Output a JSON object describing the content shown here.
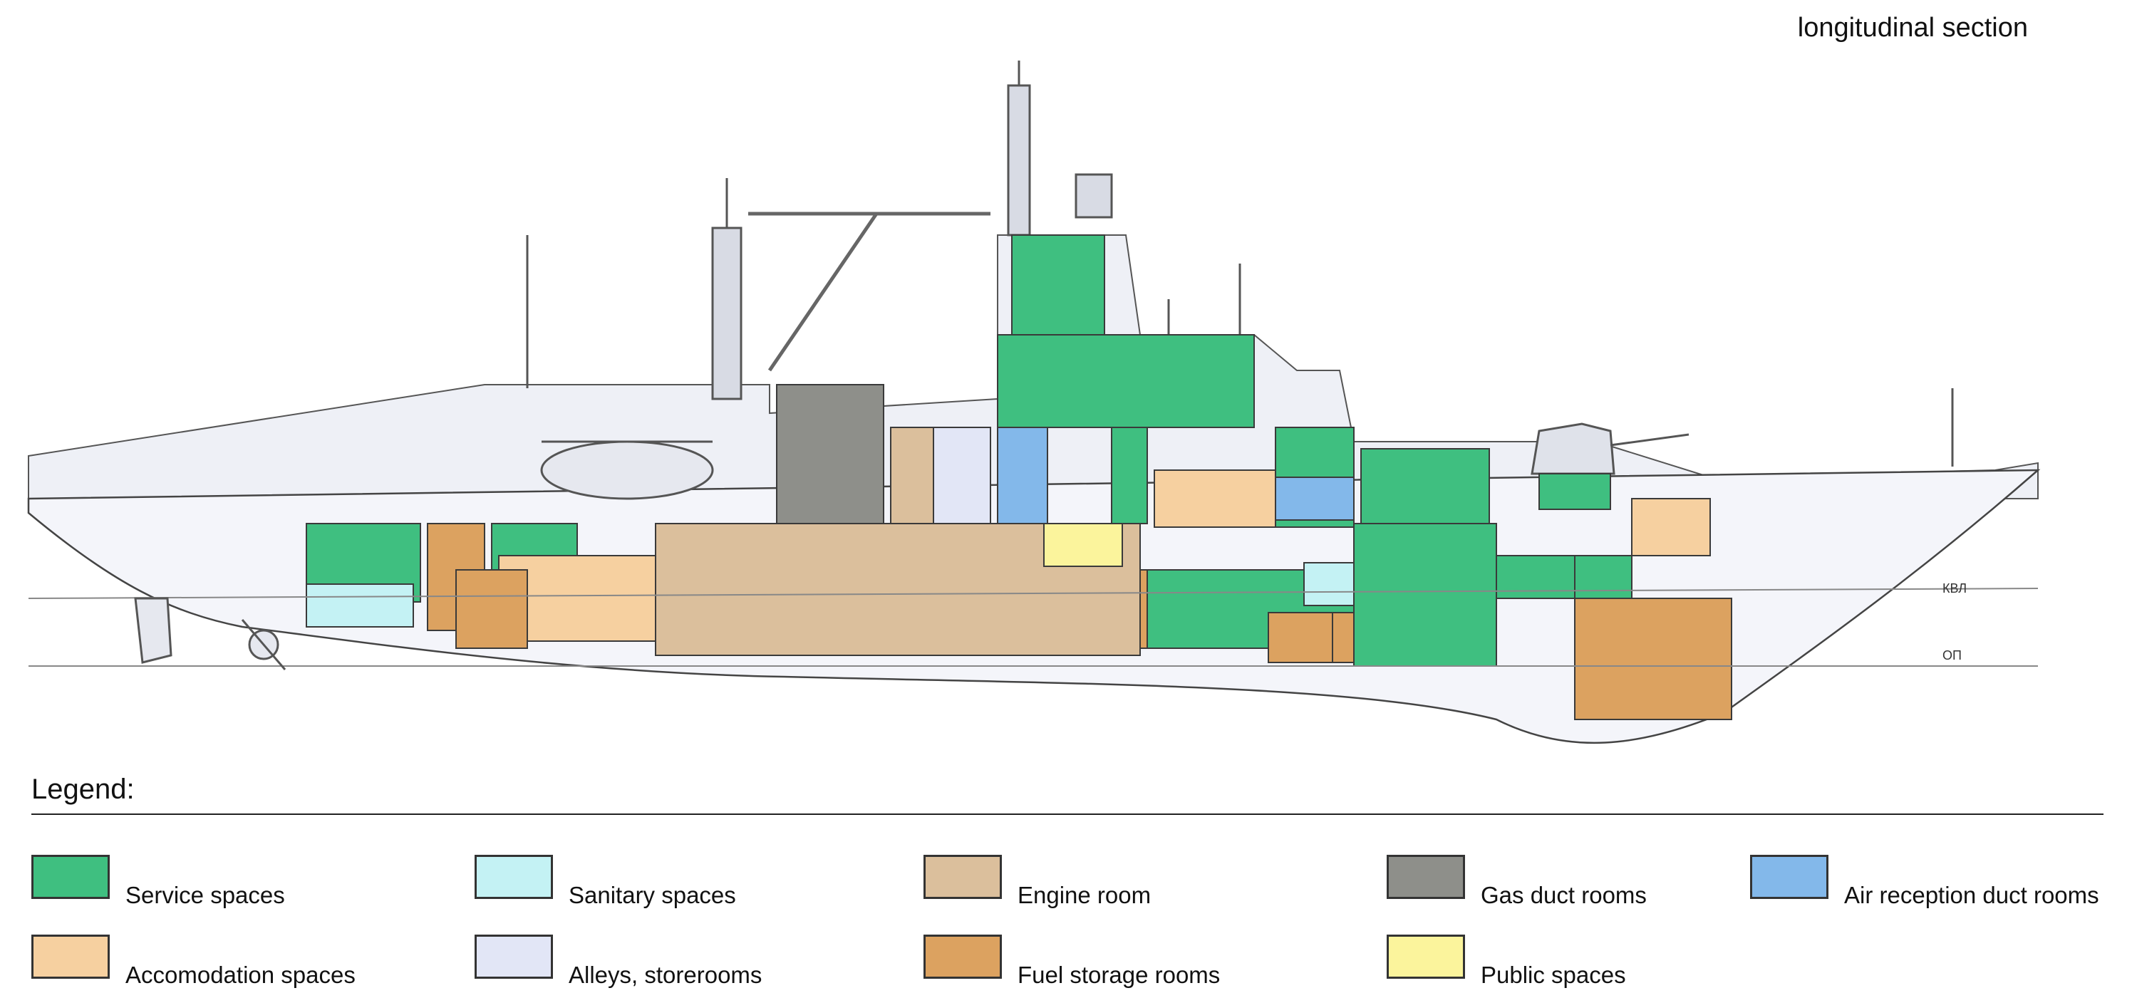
{
  "diagram": {
    "title": "longitudinal section",
    "waterline_label": "КВЛ",
    "baseline_label": "ОП"
  },
  "legend": {
    "title": "Legend:",
    "items": [
      {
        "key": "service",
        "label": "Service spaces",
        "color": "#3fbf80"
      },
      {
        "key": "sanitary",
        "label": "Sanitary spaces",
        "color": "#c4f2f4"
      },
      {
        "key": "engine",
        "label": "Engine room",
        "color": "#dbbf9c"
      },
      {
        "key": "gas",
        "label": "Gas duct rooms",
        "color": "#8e8f8a"
      },
      {
        "key": "air",
        "label": "Air reception duct rooms",
        "color": "#83b8ea"
      },
      {
        "key": "accom",
        "label": "Accomodation spaces",
        "color": "#f6d0a0"
      },
      {
        "key": "alleys",
        "label": "Alleys, storerooms",
        "color": "#e2e6f6"
      },
      {
        "key": "fuel",
        "label": "Fuel storage rooms",
        "color": "#dca260"
      },
      {
        "key": "public",
        "label": "Public spaces",
        "color": "#fbf49c"
      }
    ]
  }
}
